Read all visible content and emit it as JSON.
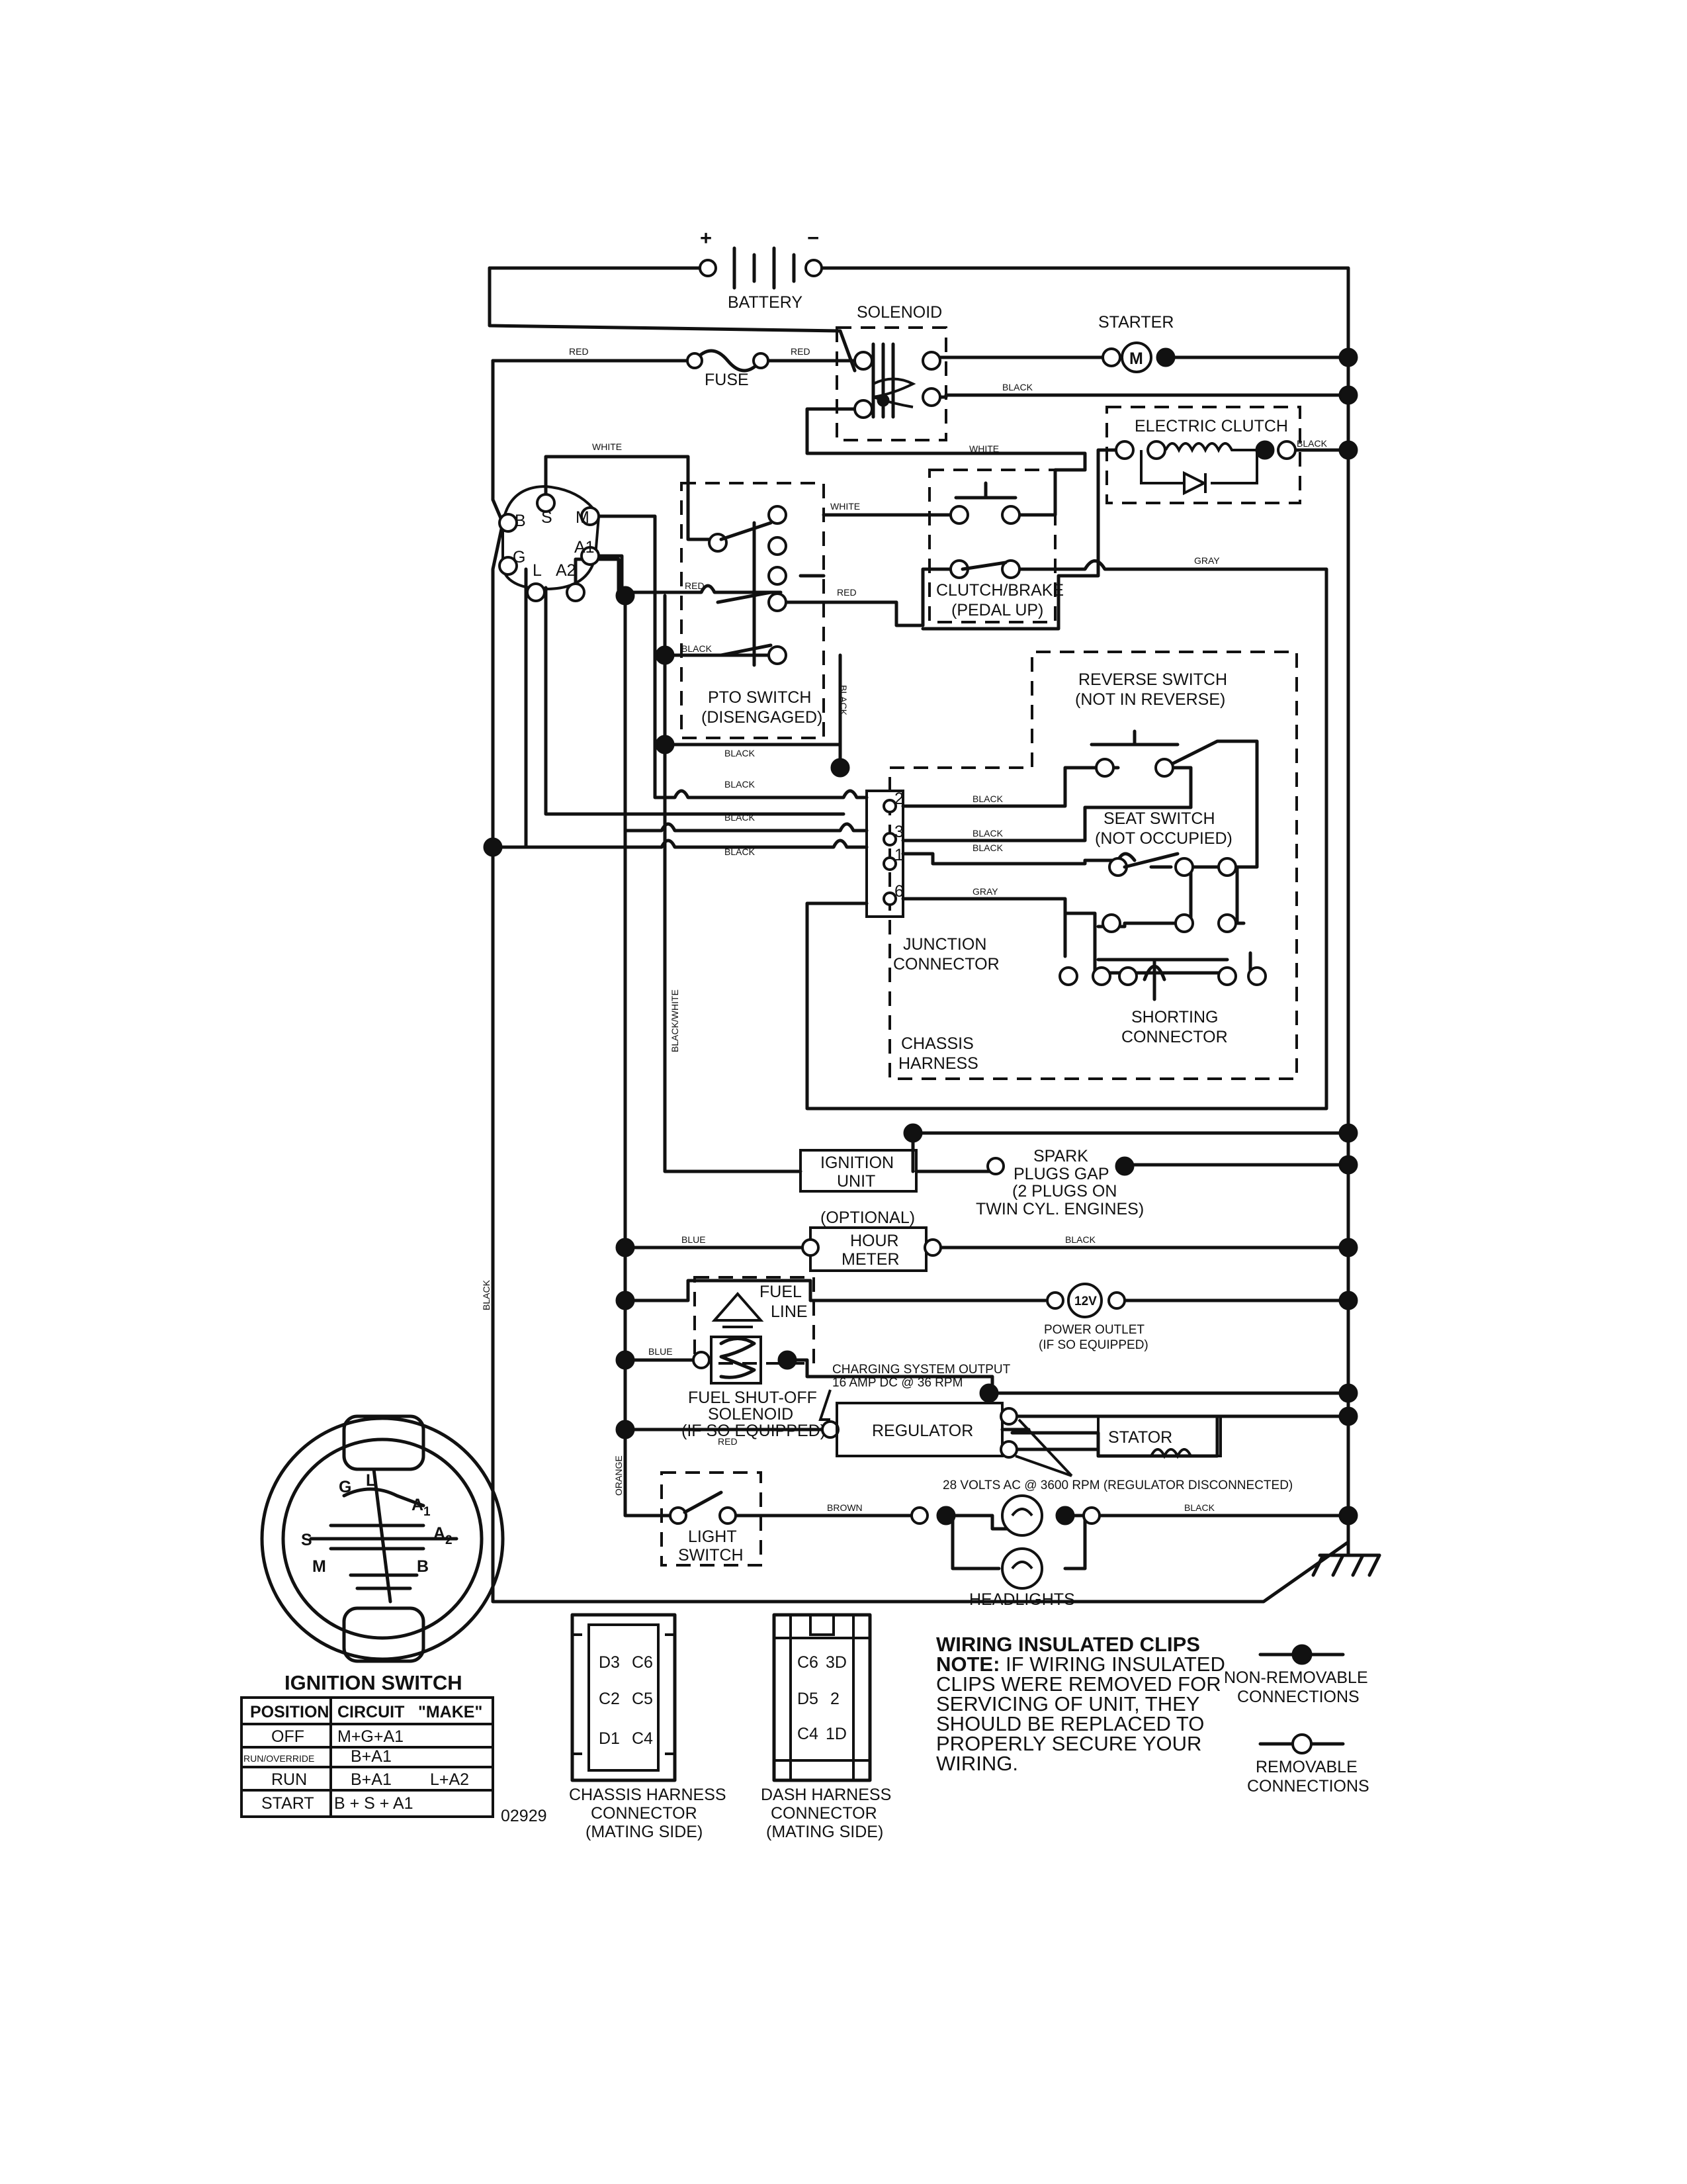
{
  "battery": {
    "label": "BATTERY",
    "plus": "+",
    "minus": "−"
  },
  "solenoid": "SOLENOID",
  "starter": {
    "label": "STARTER",
    "symbol": "M"
  },
  "fuse": "FUSE",
  "electric_clutch": "ELECTRIC CLUTCH",
  "clutch_brake": {
    "line1": "CLUTCH/BRAKE",
    "line2": "(PEDAL UP)"
  },
  "pto_switch": {
    "line1": "PTO SWITCH",
    "line2": "(DISENGAGED)"
  },
  "reverse_switch": {
    "line1": "REVERSE SWITCH",
    "line2": "(NOT IN REVERSE)"
  },
  "seat_switch": {
    "line1": "SEAT SWITCH",
    "line2": "(NOT OCCUPIED)"
  },
  "junction_connector": {
    "line1": "JUNCTION",
    "line2": "CONNECTOR",
    "pins": [
      "2",
      "3",
      "1",
      "6"
    ]
  },
  "chassis_harness": {
    "line1": "CHASSIS",
    "line2": "HARNESS"
  },
  "shorting_connector": {
    "line1": "SHORTING",
    "line2": "CONNECTOR"
  },
  "ignition_unit": {
    "line1": "IGNITION",
    "line2": "UNIT"
  },
  "spark_plugs": {
    "line1": "SPARK",
    "line2": "PLUGS GAP",
    "line3": "(2 PLUGS ON",
    "line4": "TWIN CYL. ENGINES)"
  },
  "hour_meter": {
    "optional": "(OPTIONAL)",
    "line1": "HOUR",
    "line2": "METER"
  },
  "fuel_line": {
    "line1": "FUEL",
    "line2": "LINE"
  },
  "power_outlet": {
    "symbol": "12V",
    "line1": "POWER OUTLET",
    "line2": "(IF SO EQUIPPED)"
  },
  "fuel_solenoid": {
    "line1": "FUEL SHUT-OFF",
    "line2": "SOLENOID",
    "line3": "(IF SO EQUIPPED)"
  },
  "charging": {
    "line1": "CHARGING SYSTEM OUTPUT",
    "line2": "16 AMP DC @ 36 RPM"
  },
  "regulator": "REGULATOR",
  "stator": "STATOR",
  "volts_note": "28 VOLTS AC @ 3600 RPM (REGULATOR DISCONNECTED)",
  "light_switch": {
    "line1": "LIGHT",
    "line2": "SWITCH"
  },
  "headlights": "HEADLIGHTS",
  "ignition_pins": {
    "S": "S",
    "B": "B",
    "M": "M",
    "G": "G",
    "L": "L",
    "A1": "A1",
    "A2": "A2"
  },
  "wire_colors": {
    "red": "RED",
    "white": "WHITE",
    "black": "BLACK",
    "gray": "GRAY",
    "blue": "BLUE",
    "orange": "ORANGE",
    "brown": "BROWN",
    "black_white": "BLACK/WHITE"
  },
  "ignition_switch": {
    "title": "IGNITION SWITCH",
    "face": {
      "G": "G",
      "L": "L",
      "A1": "A",
      "A1_sub": "1",
      "S": "S",
      "A2": "A",
      "A2_sub": "2",
      "M": "M",
      "B": "B"
    },
    "headers": [
      "POSITION",
      "CIRCUIT",
      "\"MAKE\""
    ],
    "rows": [
      [
        "OFF",
        "M+G+A1",
        ""
      ],
      [
        "RUN/OVERRIDE",
        "B+A1",
        ""
      ],
      [
        "RUN",
        "B+A1",
        "L+A2"
      ],
      [
        "START",
        "B + S + A1",
        ""
      ]
    ]
  },
  "part_number": "02929",
  "chassis_connector": {
    "pins": [
      "D3",
      "C6",
      "C2",
      "C5",
      "D1",
      "C4"
    ],
    "line1": "CHASSIS HARNESS",
    "line2": "CONNECTOR",
    "line3": "(MATING SIDE)"
  },
  "dash_connector": {
    "pins": [
      "C6",
      "3D",
      "D5",
      "2",
      "C4",
      "1D"
    ],
    "line1": "DASH HARNESS",
    "line2": "CONNECTOR",
    "line3": "(MATING SIDE)"
  },
  "clips_note": {
    "title": "WIRING INSULATED CLIPS",
    "note_label": "NOTE:",
    "line1": "IF WIRING INSULATED",
    "line2": "CLIPS WERE REMOVED FOR",
    "line3": "SERVICING OF UNIT, THEY",
    "line4": "SHOULD BE REPLACED TO",
    "line5": "PROPERLY SECURE YOUR",
    "line6": "WIRING."
  },
  "legend": {
    "nonremovable_line1": "NON-REMOVABLE",
    "nonremovable_line2": "CONNECTIONS",
    "removable_line1": "REMOVABLE",
    "removable_line2": "CONNECTIONS"
  }
}
